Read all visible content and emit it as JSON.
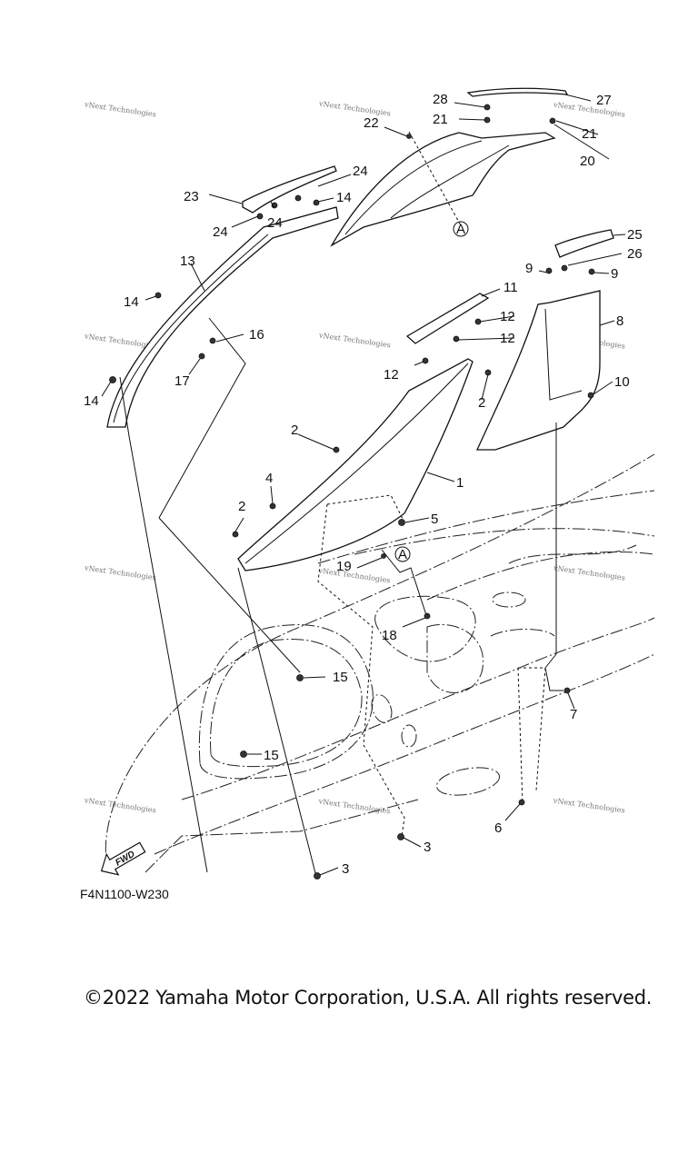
{
  "diagram": {
    "code": "F4N1100-W230",
    "copyright": "©2022 Yamaha Motor Corporation, U.S.A. All rights reserved.",
    "forward_arrow_label": "FWD",
    "reference_marker": "A",
    "watermark_text": "vNext Technologies",
    "callouts": [
      "1",
      "2",
      "2",
      "2",
      "3",
      "3",
      "4",
      "5",
      "6",
      "7",
      "8",
      "9",
      "9",
      "10",
      "11",
      "12",
      "12",
      "12",
      "13",
      "14",
      "14",
      "14",
      "15",
      "15",
      "16",
      "17",
      "18",
      "19",
      "20",
      "21",
      "21",
      "22",
      "23",
      "24",
      "24",
      "24",
      "25",
      "26",
      "27",
      "28"
    ]
  }
}
